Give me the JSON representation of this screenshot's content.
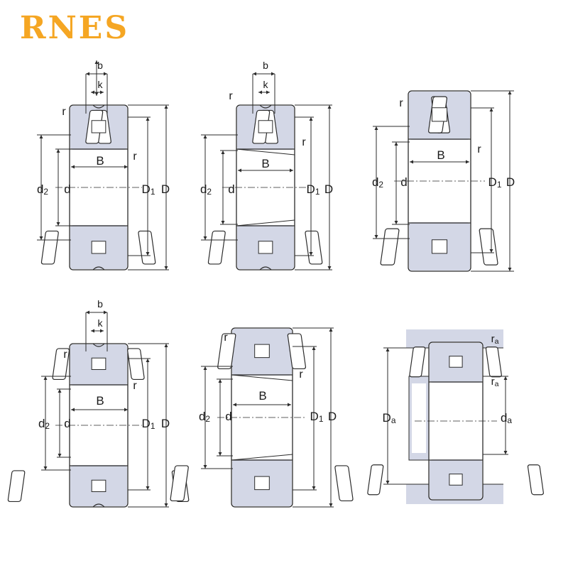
{
  "brand": {
    "name": "RNES",
    "color": "#f5a623"
  },
  "colors": {
    "ring": "#d3d7e6",
    "housing": "#d3d7e6",
    "line": "#2b2b2b"
  },
  "labels": {
    "b": "b",
    "k": "k",
    "r": "r",
    "B": "B",
    "d": "d",
    "d2": "d2",
    "D1": "D1",
    "D": "D",
    "ra": "ra",
    "Da": "Da",
    "da": "da"
  }
}
